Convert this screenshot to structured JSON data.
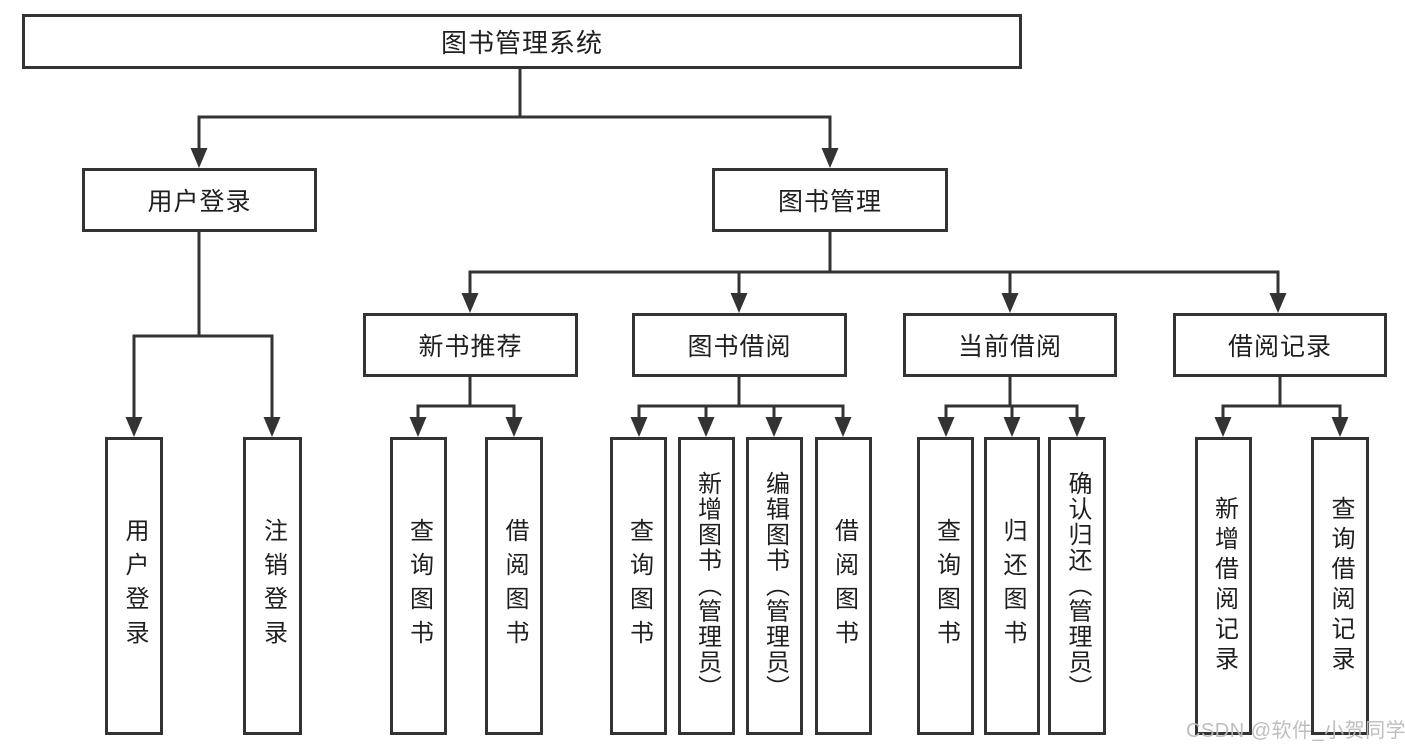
{
  "tree": {
    "root": {
      "label": "图书管理系统"
    },
    "branches": [
      {
        "label": "用户登录",
        "leaves": [
          {
            "label": "用户登录"
          },
          {
            "label": "注销登录"
          }
        ]
      },
      {
        "label": "图书管理",
        "sections": [
          {
            "label": "新书推荐",
            "leaves": [
              {
                "label": "查询图书"
              },
              {
                "label": "借阅图书"
              }
            ]
          },
          {
            "label": "图书借阅",
            "leaves": [
              {
                "label": "查询图书"
              },
              {
                "label": "新增图书（管理员）"
              },
              {
                "label": "编辑图书（管理员）"
              },
              {
                "label": "借阅图书"
              }
            ]
          },
          {
            "label": "当前借阅",
            "leaves": [
              {
                "label": "查询图书"
              },
              {
                "label": "归还图书"
              },
              {
                "label": "确认归还（管理员）"
              }
            ]
          },
          {
            "label": "借阅记录",
            "leaves": [
              {
                "label": "新增借阅记录"
              },
              {
                "label": "查询借阅记录"
              }
            ]
          }
        ]
      }
    ]
  },
  "watermark": {
    "text": "CSDN @软件_小贺同学"
  },
  "colors": {
    "line": "#333333",
    "text": "#1f1f1f",
    "watermark": "#bababa"
  }
}
